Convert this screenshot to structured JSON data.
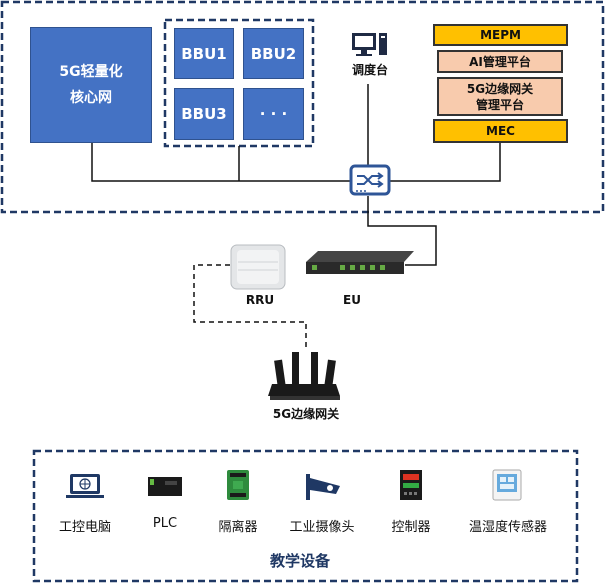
{
  "core_network": {
    "label": "5G轻量化\n核心网",
    "line1": "5G轻量化",
    "line2": "核心网"
  },
  "bbus": [
    "BBU1",
    "BBU2",
    "BBU3",
    "· · ·"
  ],
  "console": {
    "label": "调度台"
  },
  "mec_stack": {
    "mepm": "MEPM",
    "ai_platform": "AI管理平台",
    "edge_gateway_platform_line1": "5G边缘网关",
    "edge_gateway_platform_line2": "管理平台",
    "mec": "MEC"
  },
  "rru": {
    "label": "RRU"
  },
  "eu": {
    "label": "EU"
  },
  "gateway": {
    "label": "5G边缘网关"
  },
  "edu_devices": [
    {
      "label": "工控电脑",
      "icon": "computer-icon"
    },
    {
      "label": "PLC",
      "icon": "plc-icon"
    },
    {
      "label": "隔离器",
      "icon": "isolator-icon"
    },
    {
      "label": "工业摄像头",
      "icon": "camera-icon"
    },
    {
      "label": "控制器",
      "icon": "controller-icon"
    },
    {
      "label": "温湿度传感器",
      "icon": "sensor-icon"
    }
  ],
  "edu_section": {
    "title": "教学设备"
  },
  "colors": {
    "box_blue": "#4472c4",
    "mec_orange": "#ffc000",
    "platform_peach": "#f8cbad",
    "dashed_border": "#1f3864",
    "switch_blue": "#2e5597"
  }
}
